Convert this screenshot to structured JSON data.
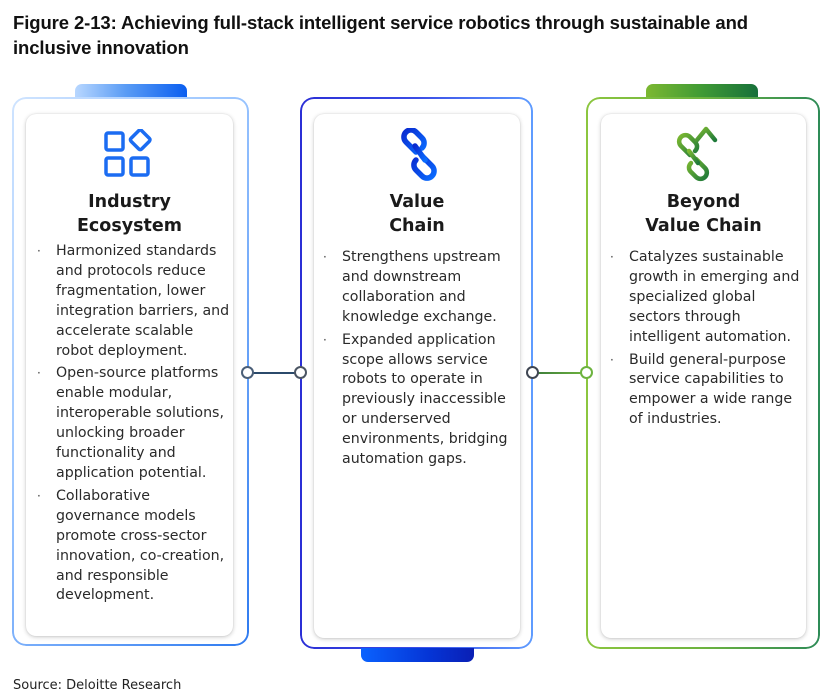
{
  "figure": {
    "title": "Figure 2-13: Achieving full-stack intelligent service robotics through sustainable and inclusive innovation",
    "source": "Source: Deloitte Research"
  },
  "colors": {
    "blue_accent": "#0a5ef0",
    "deep_blue_accent": "#0535d6",
    "green_accent": "#3f9a35"
  },
  "columns": [
    {
      "icon": "grid-blocks-icon",
      "heading_line1": "Industry",
      "heading_line2": "Ecosystem",
      "bullets": [
        "Harmonized standards and protocols reduce fragmentation, lower integration barriers, and accelerate scalable robot deployment.",
        "Open-source platforms enable modular, interoperable solutions, unlocking broader functionality and application potential.",
        "Collaborative governance models promote cross-sector innovation, co-creation, and responsible development."
      ]
    },
    {
      "icon": "chain-link-icon",
      "heading_line1": "Value",
      "heading_line2": "Chain",
      "bullets": [
        "Strengthens upstream and downstream collaboration and knowledge exchange.",
        "Expanded application scope allows service robots to operate in previously inaccessible or underserved environments, bridging automation gaps."
      ]
    },
    {
      "icon": "chain-link-arrow-up-icon",
      "heading_line1": "Beyond",
      "heading_line2": "Value Chain",
      "bullets": [
        "Catalyzes sustainable growth in emerging and specialized global sectors through intelligent automation.",
        "Build general-purpose service capabilities to empower a wide range of industries."
      ]
    }
  ],
  "bullet_glyph": "·"
}
